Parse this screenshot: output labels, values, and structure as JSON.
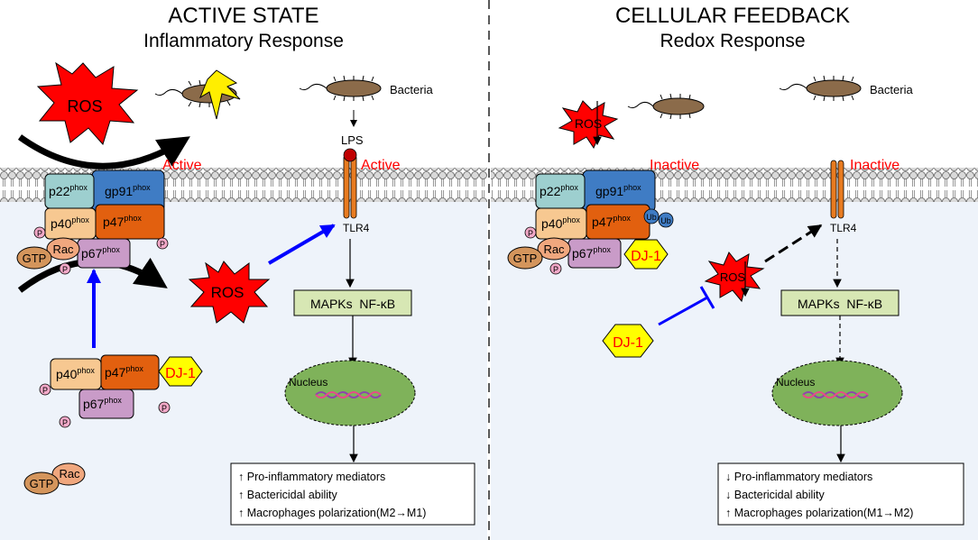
{
  "left": {
    "title": "ACTIVE STATE",
    "subtitle": "Inflammatory Response",
    "ros_big": "ROS",
    "ros_mid": "ROS",
    "bacteria_label": "Bacteria",
    "lps_label": "LPS",
    "nox_status": "Active",
    "tlr_status": "Active",
    "tlr_label": "TLR4",
    "p22": "p22",
    "gp91": "gp91",
    "p40": "p40",
    "p47": "p47",
    "p67": "p67",
    "phox": "phox",
    "rac": "Rac",
    "gtp": "GTP",
    "p_label": "P",
    "dj1": "DJ-1",
    "mapk": "MAPKs  NF-κB",
    "nucleus": "Nucleus",
    "outcomes": [
      "Pro-inflammatory mediators",
      "Bactericidal ability",
      "Macrophages polarization(M2→M1)"
    ],
    "outcome_arrows": [
      "↑",
      "↑",
      "↑"
    ]
  },
  "right": {
    "title": "CELLULAR FEEDBACK",
    "subtitle": "Redox Response",
    "ros_small": "ROS",
    "ros_mid": "ROS",
    "bacteria_label": "Bacteria",
    "nox_status": "Inactive",
    "tlr_status": "Inactive",
    "tlr_label": "TLR4",
    "ub": "Ub",
    "dj1": "DJ-1",
    "mapk": "MAPKs  NF-κB",
    "nucleus": "Nucleus",
    "outcomes": [
      "Pro-inflammatory mediators",
      "Bactericidal ability",
      "Macrophages polarization(M1→M2)"
    ],
    "outcome_arrows": [
      "↓",
      "↓",
      "↑"
    ]
  },
  "colors": {
    "cytoplasm": "#eef3fa",
    "p22": "#9dcfcf",
    "gp91": "#3f7cc4",
    "p40": "#f7c891",
    "p47": "#e2600f",
    "p67": "#c99bc8",
    "rac": "#f0a77e",
    "gtp": "#d4955c",
    "p_circle": "#f3a9c8",
    "tlr": "#e87b20",
    "lps": "#c00000",
    "ros": "#ff0000",
    "dj1": "#ffff00",
    "mapk": "#d7e7b4",
    "nucleus": "#7fb25a",
    "status_red": "#ff0000",
    "blue_arrow": "#0000ff",
    "ub": "#3f7cc4"
  }
}
